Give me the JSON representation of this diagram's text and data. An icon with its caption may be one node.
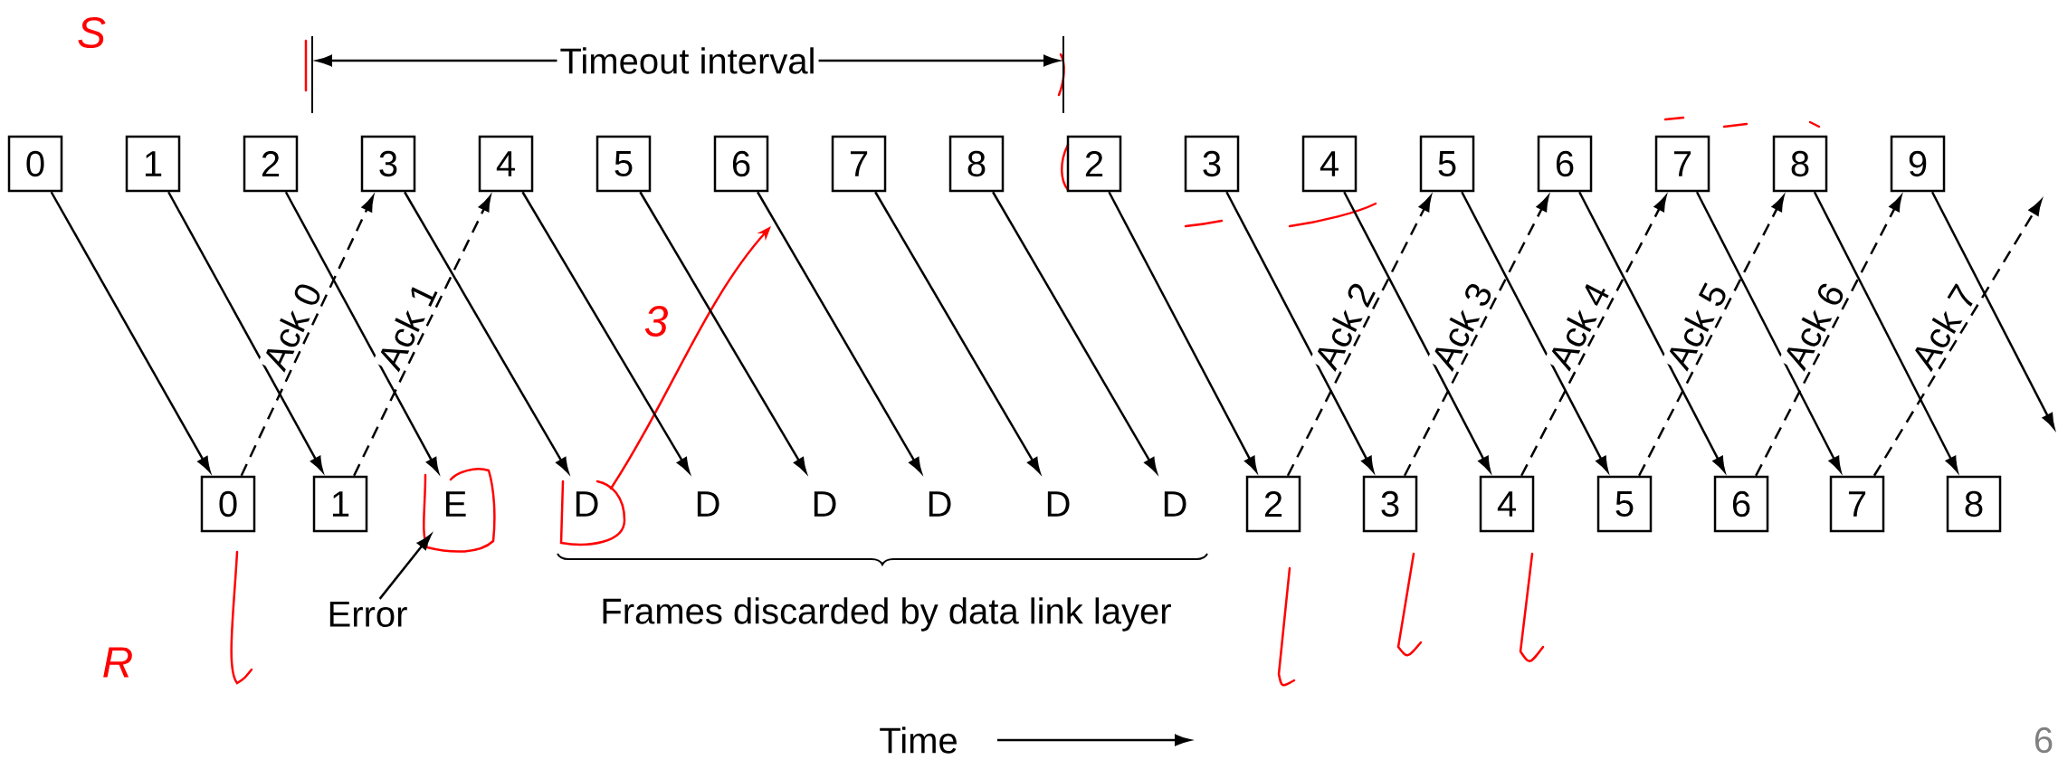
{
  "diagram": {
    "nodes": [
      {
        "text": [
          "0"
        ]
      },
      {
        "text": [
          "1"
        ]
      },
      {
        "text": [
          "2"
        ]
      },
      {
        "text": [
          "3"
        ]
      },
      {
        "text": [
          "4"
        ]
      },
      {
        "text": [
          "5"
        ]
      },
      {
        "text": [
          "6"
        ]
      },
      {
        "text": [
          "7"
        ]
      },
      {
        "text": [
          "8"
        ]
      },
      {
        "text": [
          "2"
        ]
      },
      {
        "text": [
          "3"
        ]
      },
      {
        "text": [
          "4"
        ]
      },
      {
        "text": [
          "5"
        ]
      },
      {
        "text": [
          "6"
        ]
      },
      {
        "text": [
          "7"
        ]
      },
      {
        "text": [
          "8"
        ]
      },
      {
        "text": [
          "9"
        ]
      },
      {
        "text": [
          "0"
        ]
      },
      {
        "text": [
          "1"
        ]
      },
      {
        "text": [
          "E"
        ]
      },
      {
        "text": [
          "D"
        ]
      },
      {
        "text": [
          "D"
        ]
      },
      {
        "text": [
          "D"
        ]
      },
      {
        "text": [
          "D"
        ]
      },
      {
        "text": [
          "D"
        ]
      },
      {
        "text": [
          "D"
        ]
      },
      {
        "text": [
          "2"
        ]
      },
      {
        "text": [
          "3"
        ]
      },
      {
        "text": [
          "4"
        ]
      },
      {
        "text": [
          "5"
        ]
      },
      {
        "text": [
          "6"
        ]
      },
      {
        "text": [
          "7"
        ]
      },
      {
        "text": [
          "8"
        ]
      },
      {
        "text": [
          "Error"
        ]
      }
    ],
    "edges": [
      {
        "from": 0,
        "to": 17,
        "arrow": "to"
      },
      {
        "from": 1,
        "to": 18,
        "arrow": "to"
      },
      {
        "from": 2,
        "to": 19,
        "arrow": "to"
      },
      {
        "from": 3,
        "to": 20,
        "arrow": "to"
      },
      {
        "from": 4,
        "to": 21,
        "arrow": "to"
      },
      {
        "from": 5,
        "to": 22,
        "arrow": "to"
      },
      {
        "from": 6,
        "to": 23,
        "arrow": "to"
      },
      {
        "from": 7,
        "to": 24,
        "arrow": "to"
      },
      {
        "from": 8,
        "to": 25,
        "arrow": "to"
      },
      {
        "from": 9,
        "to": 26,
        "arrow": "to"
      },
      {
        "from": 10,
        "to": 27,
        "arrow": "to"
      },
      {
        "from": 11,
        "to": 28,
        "arrow": "to"
      },
      {
        "from": 12,
        "to": 29,
        "arrow": "to"
      },
      {
        "from": 13,
        "to": 30,
        "arrow": "to"
      },
      {
        "from": 14,
        "to": 31,
        "arrow": "to"
      },
      {
        "from": 15,
        "to": 32,
        "arrow": "to"
      },
      {
        "from": 16,
        "to": null,
        "arrow": "to"
      },
      {
        "from": 17,
        "to": 3,
        "arrow": "to",
        "label": "Ack 0",
        "style": "dashed"
      },
      {
        "from": 18,
        "to": 4,
        "arrow": "to",
        "label": "Ack 1",
        "style": "dashed"
      },
      {
        "from": 26,
        "to": 12,
        "arrow": "to",
        "label": "Ack 2",
        "style": "dashed"
      },
      {
        "from": 27,
        "to": 13,
        "arrow": "to",
        "label": "Ack 3",
        "style": "dashed"
      },
      {
        "from": 28,
        "to": 14,
        "arrow": "to",
        "label": "Ack 4",
        "style": "dashed"
      },
      {
        "from": 29,
        "to": 15,
        "arrow": "to",
        "label": "Ack 5",
        "style": "dashed"
      },
      {
        "from": 30,
        "to": 16,
        "arrow": "to",
        "label": "Ack 6",
        "style": "dashed"
      },
      {
        "from": 31,
        "to": null,
        "arrow": "to",
        "label": "Ack 7",
        "style": "dashed"
      },
      {
        "from": 33,
        "to": 19,
        "arrow": "to"
      }
    ],
    "labels": [
      "S",
      "Timeout interval",
      "3",
      "Frames discarded by data link layer",
      "R",
      "Time",
      "6"
    ]
  }
}
